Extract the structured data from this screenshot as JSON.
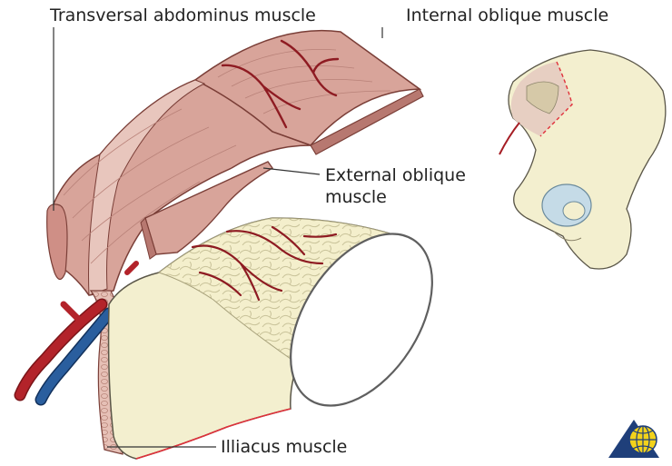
{
  "labels": {
    "transversal": "Transversal abdominus muscle",
    "internal": "Internal oblique muscle",
    "external_line1": "External oblique",
    "external_line2": "muscle",
    "illiacus": "Illiacus muscle"
  },
  "colors": {
    "muscle": "#d9a49b",
    "muscle_dark": "#b87a70",
    "bone": "#f3efcf",
    "artery": "#a51d24",
    "vein": "#1f4f8c",
    "incision": "#e0303a",
    "leader": "#333333"
  },
  "icons": [
    "publisher-logo-icon"
  ]
}
